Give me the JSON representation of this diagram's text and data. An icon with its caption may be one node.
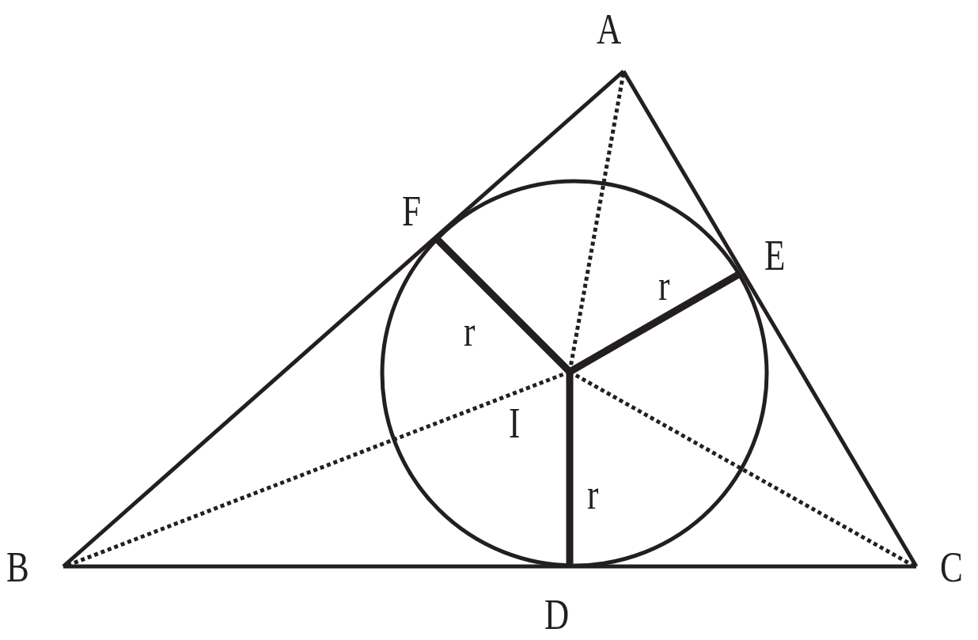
{
  "diagram": {
    "labels": [
      "A",
      "F",
      "E",
      "r",
      "r",
      "I",
      "r",
      "B",
      "C",
      "D"
    ]
  }
}
